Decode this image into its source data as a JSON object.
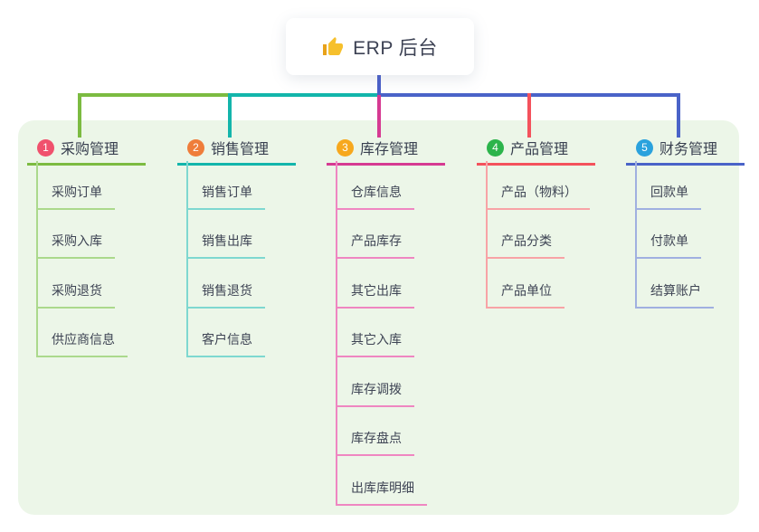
{
  "root": {
    "title": "ERP 后台",
    "icon": "thumbs-up"
  },
  "colors": {
    "panel_bg": "#ecf6e8",
    "trunk": "#4a5fc9",
    "heading_text": "#394050",
    "child_text": "#3e4454",
    "icon_gold": "#f6c02d"
  },
  "branches": [
    {
      "badge": "1",
      "label": "采购管理",
      "color": "#7cbb41",
      "light_color": "#abd98c",
      "badge_color": "#f0516d",
      "children": [
        "采购订单",
        "采购入库",
        "采购退货",
        "供应商信息"
      ]
    },
    {
      "badge": "2",
      "label": "销售管理",
      "color": "#13b5ab",
      "light_color": "#7ed8d0",
      "badge_color": "#ef7d3a",
      "children": [
        "销售订单",
        "销售出库",
        "销售退货",
        "客户信息"
      ]
    },
    {
      "badge": "3",
      "label": "库存管理",
      "color": "#d63a92",
      "light_color": "#ef86c1",
      "badge_color": "#f7a81d",
      "children": [
        "仓库信息",
        "产品库存",
        "其它出库",
        "其它入库",
        "库存调拨",
        "库存盘点",
        "出库库明细"
      ]
    },
    {
      "badge": "4",
      "label": "产品管理",
      "color": "#f4525c",
      "light_color": "#f8a3a6",
      "badge_color": "#2cb44b",
      "children": [
        "产品（物料）",
        "产品分类",
        "产品单位"
      ]
    },
    {
      "badge": "5",
      "label": "财务管理",
      "color": "#4a63c8",
      "light_color": "#a0b0e0",
      "badge_color": "#2aa2dd",
      "children": [
        "回款单",
        "付款单",
        "结算账户"
      ]
    }
  ]
}
